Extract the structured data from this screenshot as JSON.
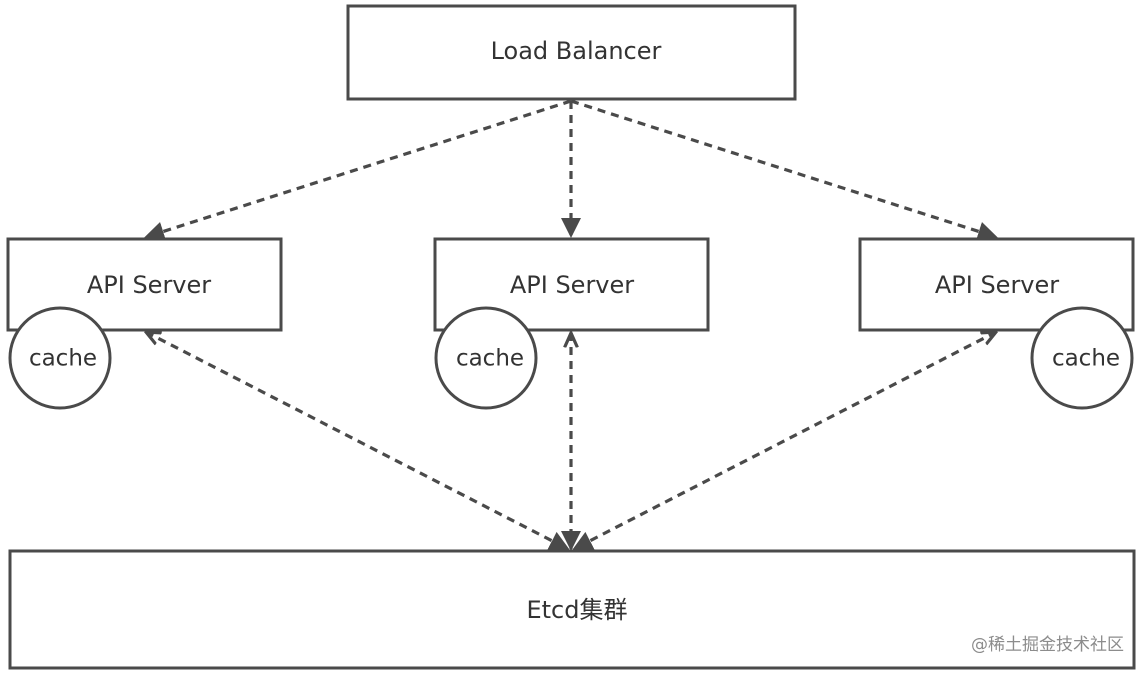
{
  "nodes": {
    "load_balancer": "Load Balancer",
    "api_server_1": "API Server",
    "api_server_2": "API Server",
    "api_server_3": "API Server",
    "cache_1": "cache",
    "cache_2": "cache",
    "cache_3": "cache",
    "etcd": "Etcd集群"
  },
  "edges": [
    {
      "from": "load_balancer",
      "to": "api_server_1",
      "style": "dashed",
      "direction": "forward"
    },
    {
      "from": "load_balancer",
      "to": "api_server_2",
      "style": "dashed",
      "direction": "forward"
    },
    {
      "from": "load_balancer",
      "to": "api_server_3",
      "style": "dashed",
      "direction": "forward"
    },
    {
      "from": "api_server_1",
      "to": "etcd",
      "style": "dashed",
      "direction": "both"
    },
    {
      "from": "api_server_2",
      "to": "etcd",
      "style": "dashed",
      "direction": "both"
    },
    {
      "from": "api_server_3",
      "to": "etcd",
      "style": "dashed",
      "direction": "both"
    }
  ],
  "watermark": "@稀土掘金技术社区",
  "colors": {
    "stroke": "#4a4a4a",
    "text": "#333333",
    "watermark": "#8c8c8c",
    "background": "#ffffff"
  }
}
